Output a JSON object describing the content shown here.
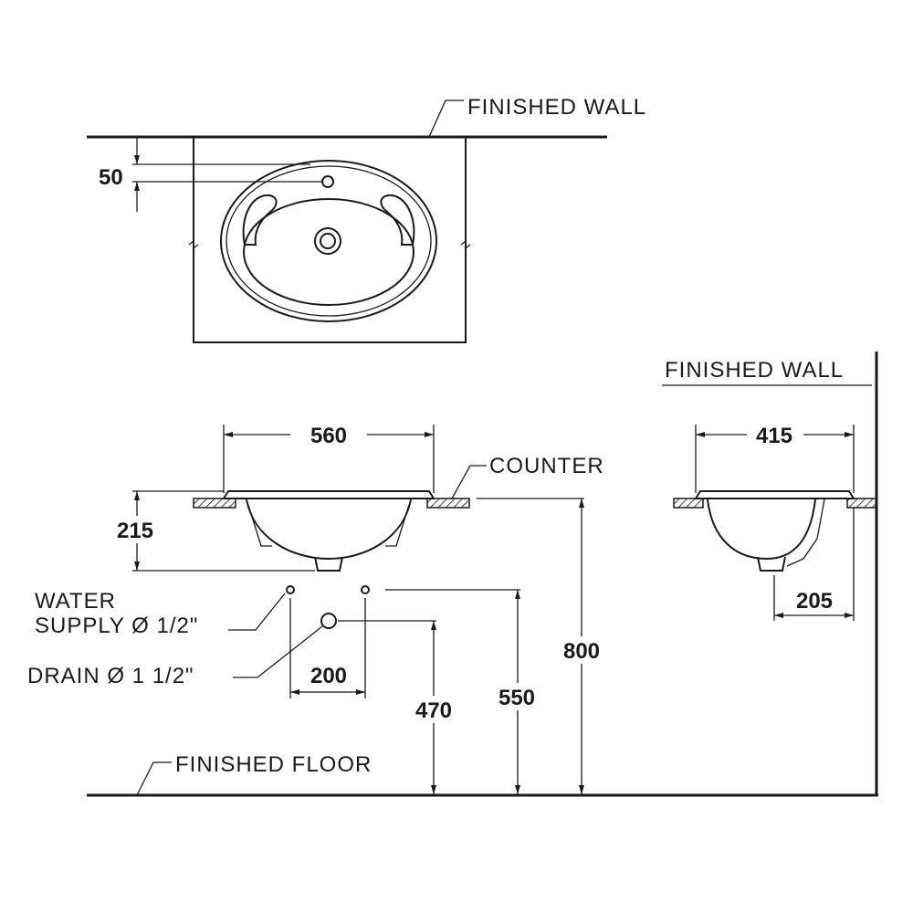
{
  "labels": {
    "finished_wall_top": "FINISHED  WALL",
    "finished_wall_side": "FINISHED  WALL",
    "counter": "COUNTER",
    "water_supply_line1": "WATER",
    "water_supply_line2": "SUPPLY  Ø 1/2\"",
    "drain": "DRAIN  Ø  1  1/2\"",
    "finished_floor": "FINISHED  FLOOR"
  },
  "dimensions": {
    "faucet_offset": "50",
    "basin_width": "560",
    "basin_depth": "415",
    "basin_height": "215",
    "side_depth": "205",
    "supply_spacing": "200",
    "drain_height": "470",
    "supply_height": "550",
    "counter_height": "800"
  }
}
